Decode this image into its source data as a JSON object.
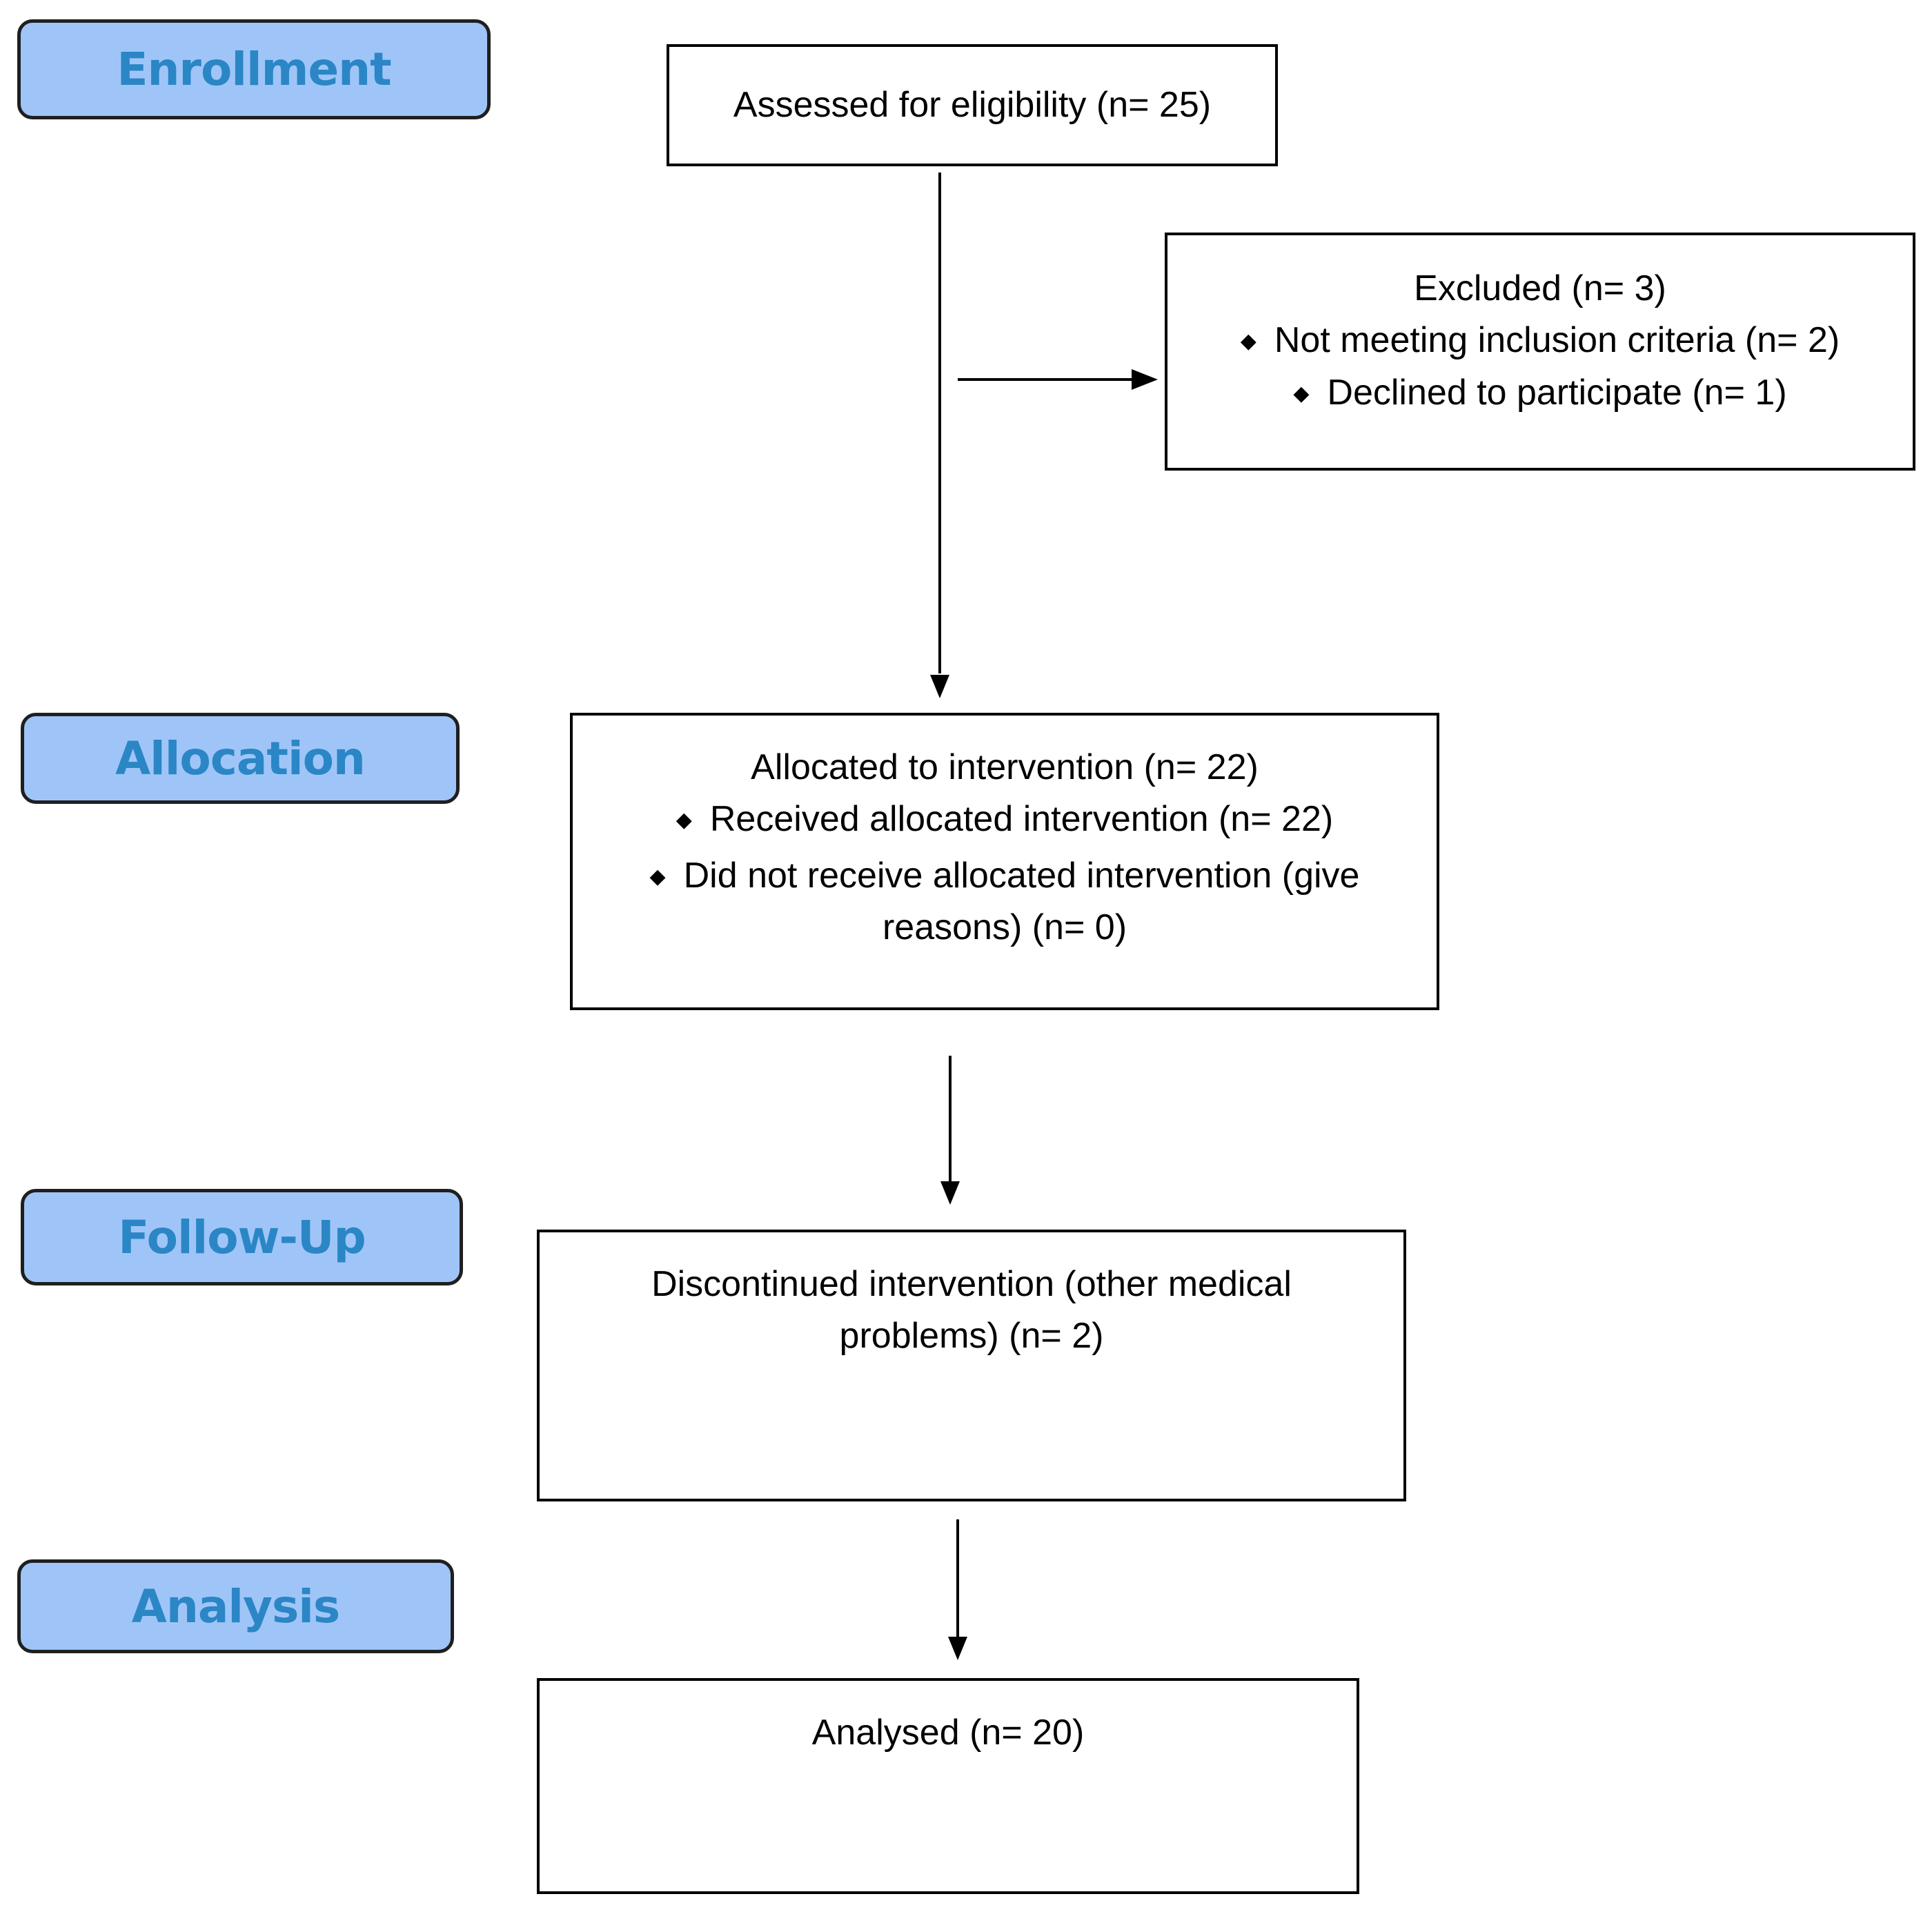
{
  "stages": {
    "enrollment": "Enrollment",
    "allocation": "Allocation",
    "follow_up": "Follow-Up",
    "analysis": "Analysis"
  },
  "boxes": {
    "assessed": "Assessed for eligibility (n= 25)",
    "excluded": {
      "title": "Excluded (n= 3)",
      "items": [
        "Not meeting inclusion criteria (n= 2)",
        "Declined to participate (n= 1)"
      ]
    },
    "allocated": {
      "title": "Allocated to intervention (n= 22)",
      "items": [
        "Received allocated intervention (n= 22)",
        "Did not receive allocated intervention (give reasons) (n= 0)"
      ]
    },
    "discontinued": "Discontinued intervention (other medical problems) (n= 2)",
    "analysed": "Analysed (n= 20)"
  },
  "colors": {
    "stage_fill": "#9fc5f8",
    "stage_text": "#2b86c5",
    "stroke": "#000000"
  },
  "bullet_glyph": "◆"
}
